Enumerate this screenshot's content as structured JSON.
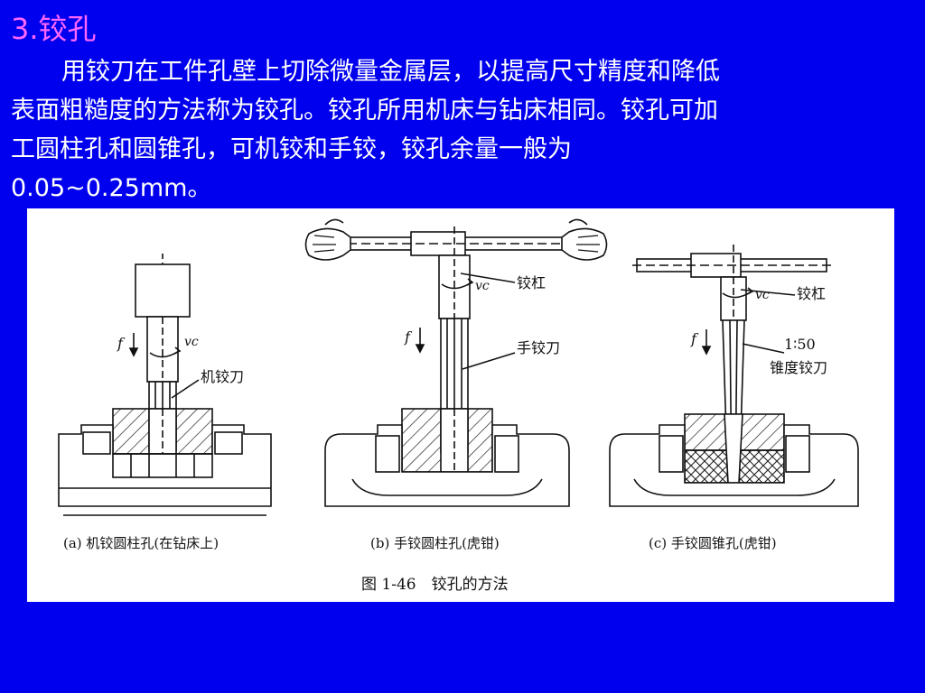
{
  "slide": {
    "title": "3.铰孔",
    "paragraph_lines": [
      "用铰刀在工件孔壁上切除微量金属层，以提高尺寸精度和降低",
      "表面粗糙度的方法称为铰孔。铰孔所用机床与钻床相同。铰孔可加",
      "工圆柱孔和圆锥孔，可机铰和手铰，铰孔余量一般为",
      "0.05~0.25mm。"
    ]
  },
  "figure": {
    "caption": "图 1-46　铰孔的方法",
    "panels": [
      {
        "caption": "(a) 机铰圆柱孔(在钻床上)",
        "labels": {
          "feed": "f",
          "speed": "vc",
          "tool": "机铰刀"
        }
      },
      {
        "caption": "(b) 手铰圆柱孔(虎钳)",
        "labels": {
          "feed": "f",
          "speed": "vc",
          "bar": "铰杠",
          "tool": "手铰刀"
        }
      },
      {
        "caption": "(c) 手铰圆锥孔(虎钳)",
        "labels": {
          "feed": "f",
          "speed": "vc",
          "bar": "铰杠",
          "taper": "1∶50",
          "tool": "锥度铰刀"
        }
      }
    ]
  },
  "colors": {
    "background": "#0000ee",
    "title": "#ff66ff",
    "text": "#ffffff"
  }
}
